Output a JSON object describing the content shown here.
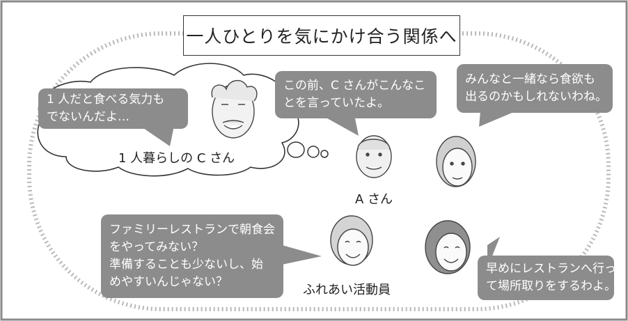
{
  "title": "一人ひとりを気にかけ合う関係へ",
  "bubbles": {
    "c_thought": [
      "1 人だと食べる気力も",
      "でないんだよ…"
    ],
    "a_san": [
      "この前、C さんがこんなこ",
      "とを言っていたよ。"
    ],
    "right_top": [
      "みんなと一緒なら食欲も",
      "出るのかもしれないわね。"
    ],
    "left_bottom": [
      "ファミリーレストランで朝食会",
      "をやってみない？",
      "準備することも少ないし、始",
      "めやすいんじゃない？"
    ],
    "right_bottom": [
      "早めにレストランへ行っ",
      "て場所取りをするわよ。"
    ]
  },
  "captions": {
    "c_san": "1 人暮らしの C さん",
    "a_san": "A さん",
    "volunteer": "ふれあい活動員"
  },
  "colors": {
    "bubble_fill": "#8c8c8c",
    "frame_border": "#8a8a8a",
    "dotted": "#b8b8b8"
  }
}
